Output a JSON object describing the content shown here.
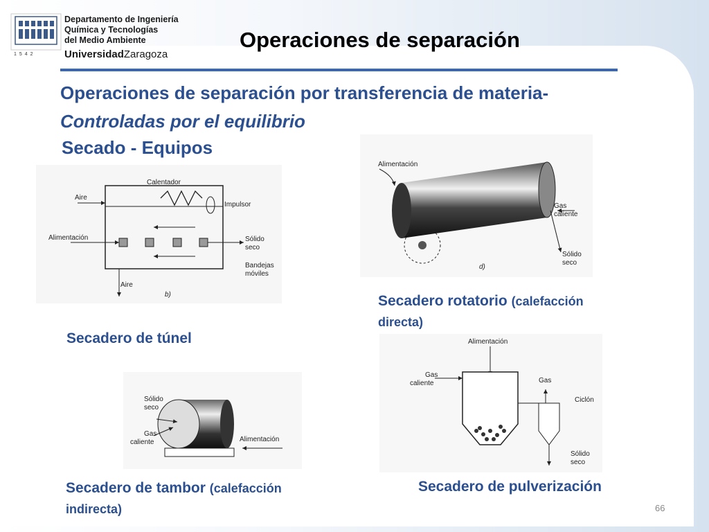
{
  "header": {
    "dept_line1": "Departamento de Ingeniería",
    "dept_line2": "Química y Tecnologías",
    "dept_line3": "del Medio Ambiente",
    "univ_bold": "Universidad",
    "univ_rest": "Zaragoza",
    "year": "1542"
  },
  "slide": {
    "title": "Operaciones de separación",
    "heading1": "Operaciones de separación por transferencia de materia-",
    "heading2": "Controladas por el equilibrio",
    "heading3": "Secado - Equipos",
    "page_number": "66"
  },
  "figures": {
    "tunnel": {
      "caption": "Secadero de túnel",
      "labels": {
        "calentador": "Calentador",
        "aire_in": "Aire",
        "impulsor": "Impulsor",
        "alimentacion": "Alimentación",
        "solido": "Sólido",
        "seco": "seco",
        "bandejas": "Bandejas",
        "moviles": "móviles",
        "aire_out": "Aire",
        "tag": "b)"
      }
    },
    "rotary": {
      "caption_main": "Secadero rotatorio",
      "caption_note": "(calefacción",
      "caption_line2": "directa)",
      "labels": {
        "alimentacion": "Alimentación",
        "gas": "Gas",
        "caliente": "caliente",
        "solido": "Sólido",
        "seco": "seco",
        "tag": "d)"
      }
    },
    "drum": {
      "caption_main": "Secadero de tambor",
      "caption_note": "(calefacción",
      "caption_line2": "indirecta)",
      "labels": {
        "solido": "Sólido",
        "seco": "seco",
        "gas": "Gas",
        "caliente": "caliente",
        "alimentacion": "Alimentación"
      }
    },
    "spray": {
      "caption": "Secadero de pulverización",
      "labels": {
        "alimentacion": "Alimentación",
        "gas_in": "Gas",
        "caliente": "caliente",
        "gas_out": "Gas",
        "ciclon": "Ciclón",
        "solido": "Sólido",
        "seco": "seco"
      }
    }
  }
}
